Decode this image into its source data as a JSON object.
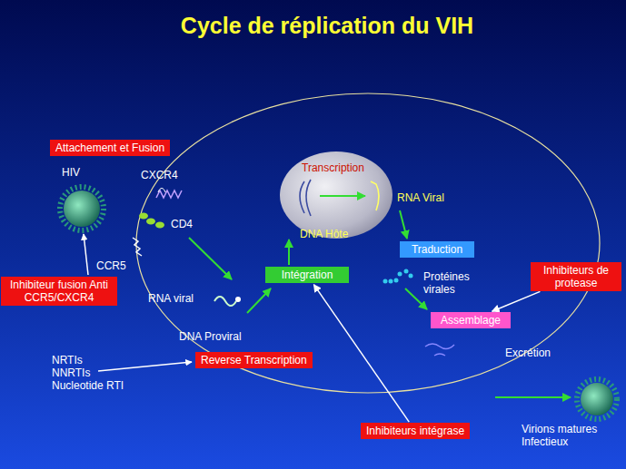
{
  "diagram": {
    "title": "Cycle de réplication du VIH",
    "nodes": [
      {
        "text": [
          "Attachement et Fusion"
        ]
      },
      {
        "text": [
          "Traduction"
        ]
      },
      {
        "text": [
          "Intégration"
        ]
      },
      {
        "text": [
          "Inhibiteur fusion Anti CCR5/CXCR4"
        ]
      },
      {
        "text": [
          "Inhibiteurs de protease"
        ]
      },
      {
        "text": [
          "Assemblage"
        ]
      },
      {
        "text": [
          "Reverse Transcription"
        ]
      },
      {
        "text": [
          "Inhibiteurs intégrase"
        ]
      }
    ],
    "edges": [
      {
        "from": 7,
        "to": 2,
        "arrow": "to"
      },
      {
        "from": 4,
        "to": 5,
        "arrow": "to"
      }
    ],
    "labels": [
      "HIV",
      "CXCR4",
      "CD4",
      "CCR5",
      "Transcription",
      "RNA Viral",
      "DNA Hôte",
      "RNA viral",
      "Protéines virales",
      "DNA Proviral",
      "Excrétion",
      "NRTIs",
      "NNRTIs",
      "Nucleotide RTI",
      "Virions matures Infectieux"
    ]
  }
}
